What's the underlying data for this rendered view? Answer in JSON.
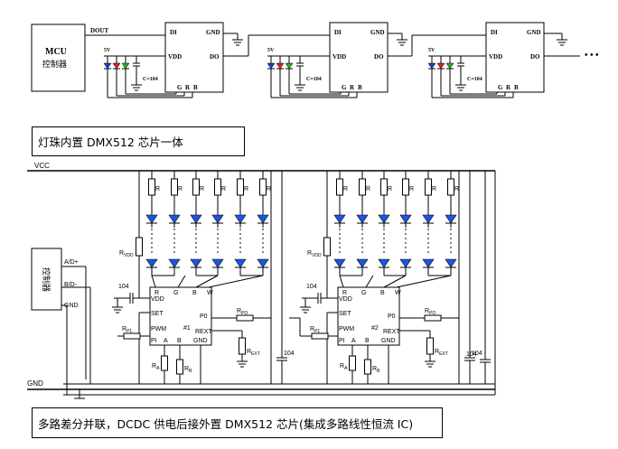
{
  "top": {
    "mcu_title": "MCU",
    "mcu_subtitle": "控制器",
    "dout": "DOUT",
    "di": "DI",
    "do": "DO",
    "gnd": "GND",
    "vdd": "VDD",
    "v5": "5V",
    "cap": "C=104",
    "g": "G",
    "r": "R",
    "b": "B",
    "ellipsis": "• • •"
  },
  "caption1": "灯珠内置 DMX512 芯片一体",
  "bottom": {
    "vcc": "VCC",
    "gnd_rail": "GND",
    "controller": "控制器",
    "ad_plus": "A/D+",
    "bd_minus": "B/D-",
    "ctrl_gnd": "GND",
    "res": "R",
    "rvdd": "R",
    "rvdd_sub": "VDD",
    "c104": "104",
    "pin_r": "R",
    "pin_g": "G",
    "pin_b": "B",
    "pin_w": "W",
    "pin_vdd": "VDD",
    "pin_set": "SET",
    "pin_pwm": "PWM",
    "pin_pi": "PI",
    "pin_a": "A",
    "pin_b2": "B",
    "pin_gnd": "GND",
    "pin_po": "P0",
    "pin_rext": "REXT",
    "chip1": "#1",
    "chip2": "#2",
    "rpo": "R",
    "rpo_sub": "PO",
    "rp1": "R",
    "rp1_sub": "P1",
    "rext": "R",
    "rext_sub": "EXT",
    "ra": "R",
    "ra_sub": "A",
    "rb": "R",
    "rb_sub": "B"
  },
  "caption2": "多路差分并联，DCDC 供电后接外置 DMX512 芯片(集成多路线性恒流 IC)"
}
